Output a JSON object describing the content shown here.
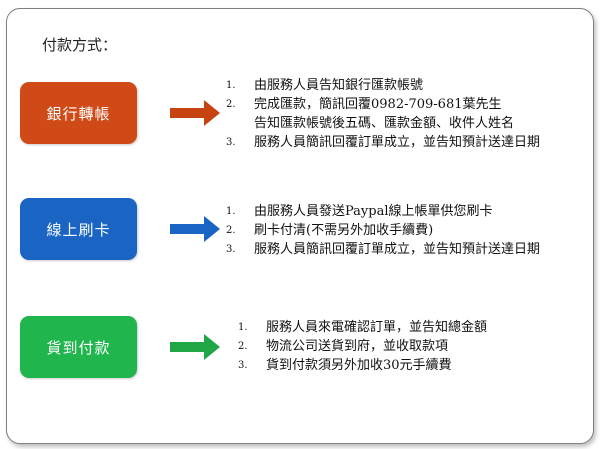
{
  "heading": "付款方式：",
  "colors": {
    "bank": "#cf4a17",
    "card": "#1a64c4",
    "cod": "#21b54e",
    "arrow_bank": "#c84312",
    "arrow_green": "#21a646"
  },
  "methods": [
    {
      "label": "銀行轉帳",
      "items": [
        {
          "num": "1.",
          "lines": [
            "由服務人員告知銀行匯款帳號"
          ]
        },
        {
          "num": "2.",
          "lines": [
            "完成匯款，簡訊回覆0982-709-681葉先生",
            "告知匯款帳號後五碼、匯款金額、收件人姓名"
          ]
        },
        {
          "num": "3.",
          "lines": [
            "服務人員簡訊回覆訂單成立，並告知預計送達日期"
          ]
        }
      ]
    },
    {
      "label": "線上刷卡",
      "items": [
        {
          "num": "1.",
          "lines": [
            "由服務人員發送Paypal線上帳單供您刷卡"
          ]
        },
        {
          "num": "2.",
          "lines": [
            "刷卡付清(不需另外加收手續費)"
          ]
        },
        {
          "num": "3.",
          "lines": [
            "服務人員簡訊回覆訂單成立，並告知預計送達日期"
          ]
        }
      ]
    },
    {
      "label": "貨到付款",
      "items": [
        {
          "num": "1.",
          "lines": [
            "服務人員來電確認訂單，並告知總金額"
          ]
        },
        {
          "num": "2.",
          "lines": [
            "物流公司送貨到府，並收取款項"
          ]
        },
        {
          "num": "3.",
          "lines": [
            "貨到付款須另外加收30元手續費"
          ]
        }
      ]
    }
  ]
}
